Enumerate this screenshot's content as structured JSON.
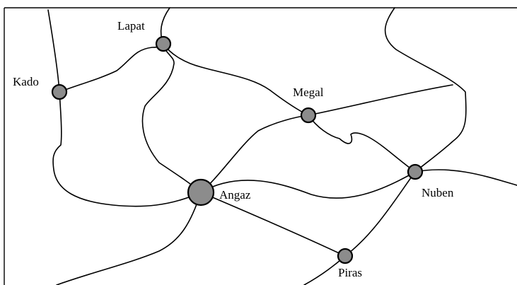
{
  "colors": {
    "background": "#ffffff",
    "town_fill": "#8c8c8c",
    "road_stroke": "#000000",
    "frame": "#000000"
  },
  "towns": [
    {
      "id": "lapat",
      "name": "Lapat"
    },
    {
      "id": "kado",
      "name": "Kado"
    },
    {
      "id": "megal",
      "name": "Megal"
    },
    {
      "id": "angaz",
      "name": "Angaz"
    },
    {
      "id": "nuben",
      "name": "Nuben"
    },
    {
      "id": "piras",
      "name": "Piras"
    }
  ]
}
